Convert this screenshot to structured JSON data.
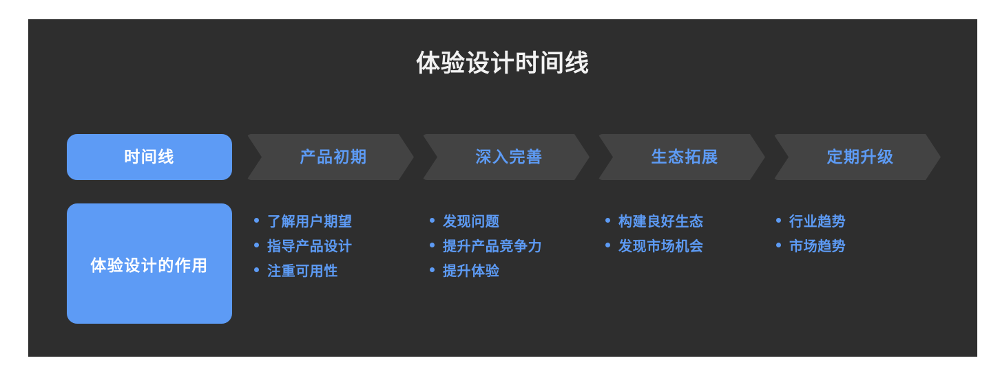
{
  "card": {
    "background_color": "#2e2e2e",
    "accent_color": "#5d9bf5",
    "chevron_color": "#434343",
    "title": "体验设计时间线"
  },
  "stage_row": {
    "header_cell": {
      "label": "时间线",
      "style": "pill",
      "icon": "pill-shape"
    },
    "stages": [
      {
        "label": "产品初期"
      },
      {
        "label": "深入完善"
      },
      {
        "label": "生态拓展"
      },
      {
        "label": "定期升级"
      }
    ]
  },
  "content_row": {
    "header_cell": {
      "label": "体验设计的作用"
    },
    "columns": [
      {
        "items": [
          "了解用户期望",
          "指导产品设计",
          "注重可用性"
        ]
      },
      {
        "items": [
          "发现问题",
          "提升产品竞争力",
          "提升体验"
        ]
      },
      {
        "items": [
          "构建良好生态",
          "发现市场机会"
        ]
      },
      {
        "items": [
          "行业趋势",
          "市场趋势"
        ]
      }
    ]
  }
}
